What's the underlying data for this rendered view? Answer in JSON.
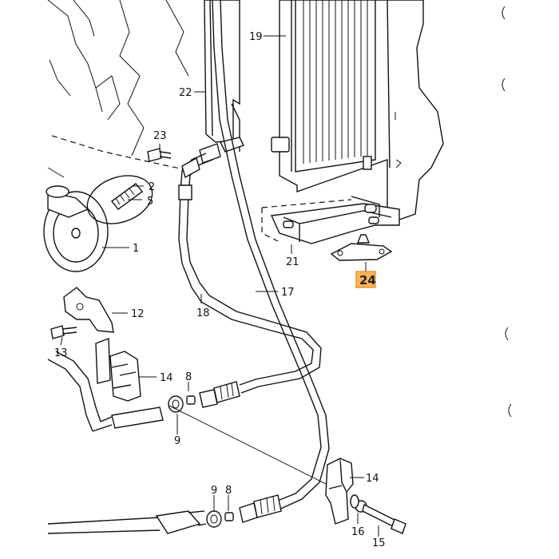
{
  "callouts": [
    {
      "id": "c19",
      "text": "19"
    },
    {
      "id": "c22",
      "text": "22"
    },
    {
      "id": "c23",
      "text": "23"
    },
    {
      "id": "c2",
      "text": "2"
    },
    {
      "id": "c5",
      "text": "5"
    },
    {
      "id": "c1",
      "text": "1"
    },
    {
      "id": "c21",
      "text": "21"
    },
    {
      "id": "c24",
      "text": "24"
    },
    {
      "id": "c17",
      "text": "17"
    },
    {
      "id": "c18",
      "text": "18"
    },
    {
      "id": "c12",
      "text": "12"
    },
    {
      "id": "c13",
      "text": "13"
    },
    {
      "id": "c14a",
      "text": "14"
    },
    {
      "id": "c8a",
      "text": "8"
    },
    {
      "id": "c9a",
      "text": "9"
    },
    {
      "id": "c14b",
      "text": "14"
    },
    {
      "id": "c9b",
      "text": "9"
    },
    {
      "id": "c8b",
      "text": "8"
    },
    {
      "id": "c16",
      "text": "16"
    },
    {
      "id": "c15",
      "text": "15"
    }
  ],
  "highlight": {
    "label": "24",
    "fill": "#fbb45a",
    "stroke": "#e08a1a"
  }
}
